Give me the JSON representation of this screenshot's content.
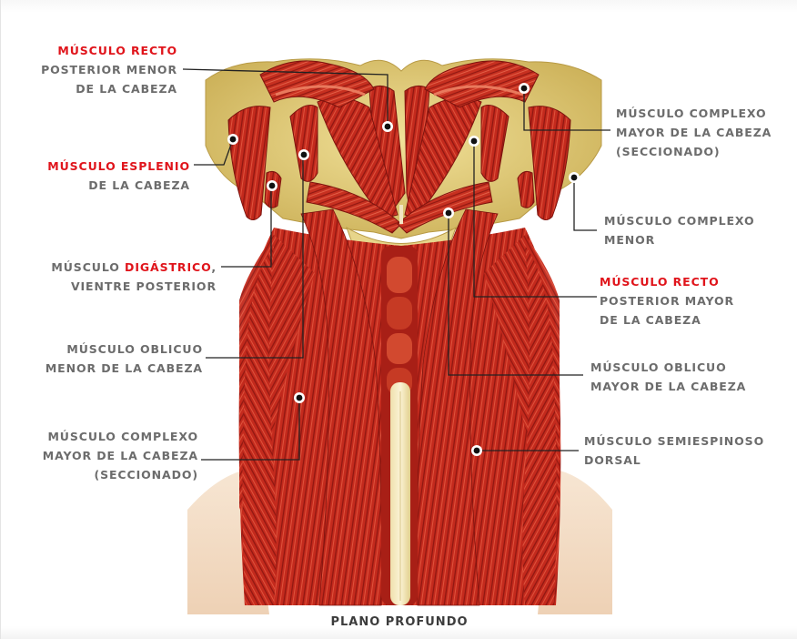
{
  "diagram": {
    "caption": "PLANO PROFUNDO",
    "labels": {
      "recto_menor": {
        "accent": "MÚSCULO RECTO",
        "line2": "POSTERIOR MENOR",
        "line3": "DE LA CABEZA"
      },
      "esplenio": {
        "accent": "MÚSCULO ESPLENIO",
        "line2": "DE LA CABEZA"
      },
      "digastrico": {
        "pre": "MÚSCULO ",
        "accent": "DIGÁSTRICO",
        "post": ",",
        "line2": "VIENTRE POSTERIOR"
      },
      "oblicuo_menor": {
        "line1": "MÚSCULO OBLICUO",
        "line2": "MENOR DE LA CABEZA"
      },
      "complexo_mayor_left": {
        "line1": "MÚSCULO COMPLEXO",
        "line2": "MAYOR DE LA CABEZA",
        "line3": "(SECCIONADO)"
      },
      "complexo_mayor_right": {
        "line1": "MÚSCULO COMPLEXO",
        "line2": "MAYOR DE LA CABEZA",
        "line3": "(SECCIONADO)"
      },
      "complexo_menor": {
        "line1": "MÚSCULO COMPLEXO",
        "line2": "MENOR"
      },
      "recto_mayor": {
        "accent": "MÚSCULO RECTO",
        "line2": "POSTERIOR MAYOR",
        "line3": "DE LA CABEZA"
      },
      "oblicuo_mayor": {
        "line1": "MÚSCULO OBLICUO",
        "line2": "MAYOR DE LA CABEZA"
      },
      "semiespinoso": {
        "line1": "MÚSCULO SEMIESPINOSO",
        "line2": "DORSAL"
      }
    },
    "colors": {
      "accent_text": "#e0141b",
      "label_text": "#6c6c6c",
      "muscle": "#c3281c",
      "muscle_dark": "#8e1610",
      "muscle_light": "#e0553d",
      "bone": "#e3ce78",
      "skin": "#f3dcc4"
    }
  }
}
